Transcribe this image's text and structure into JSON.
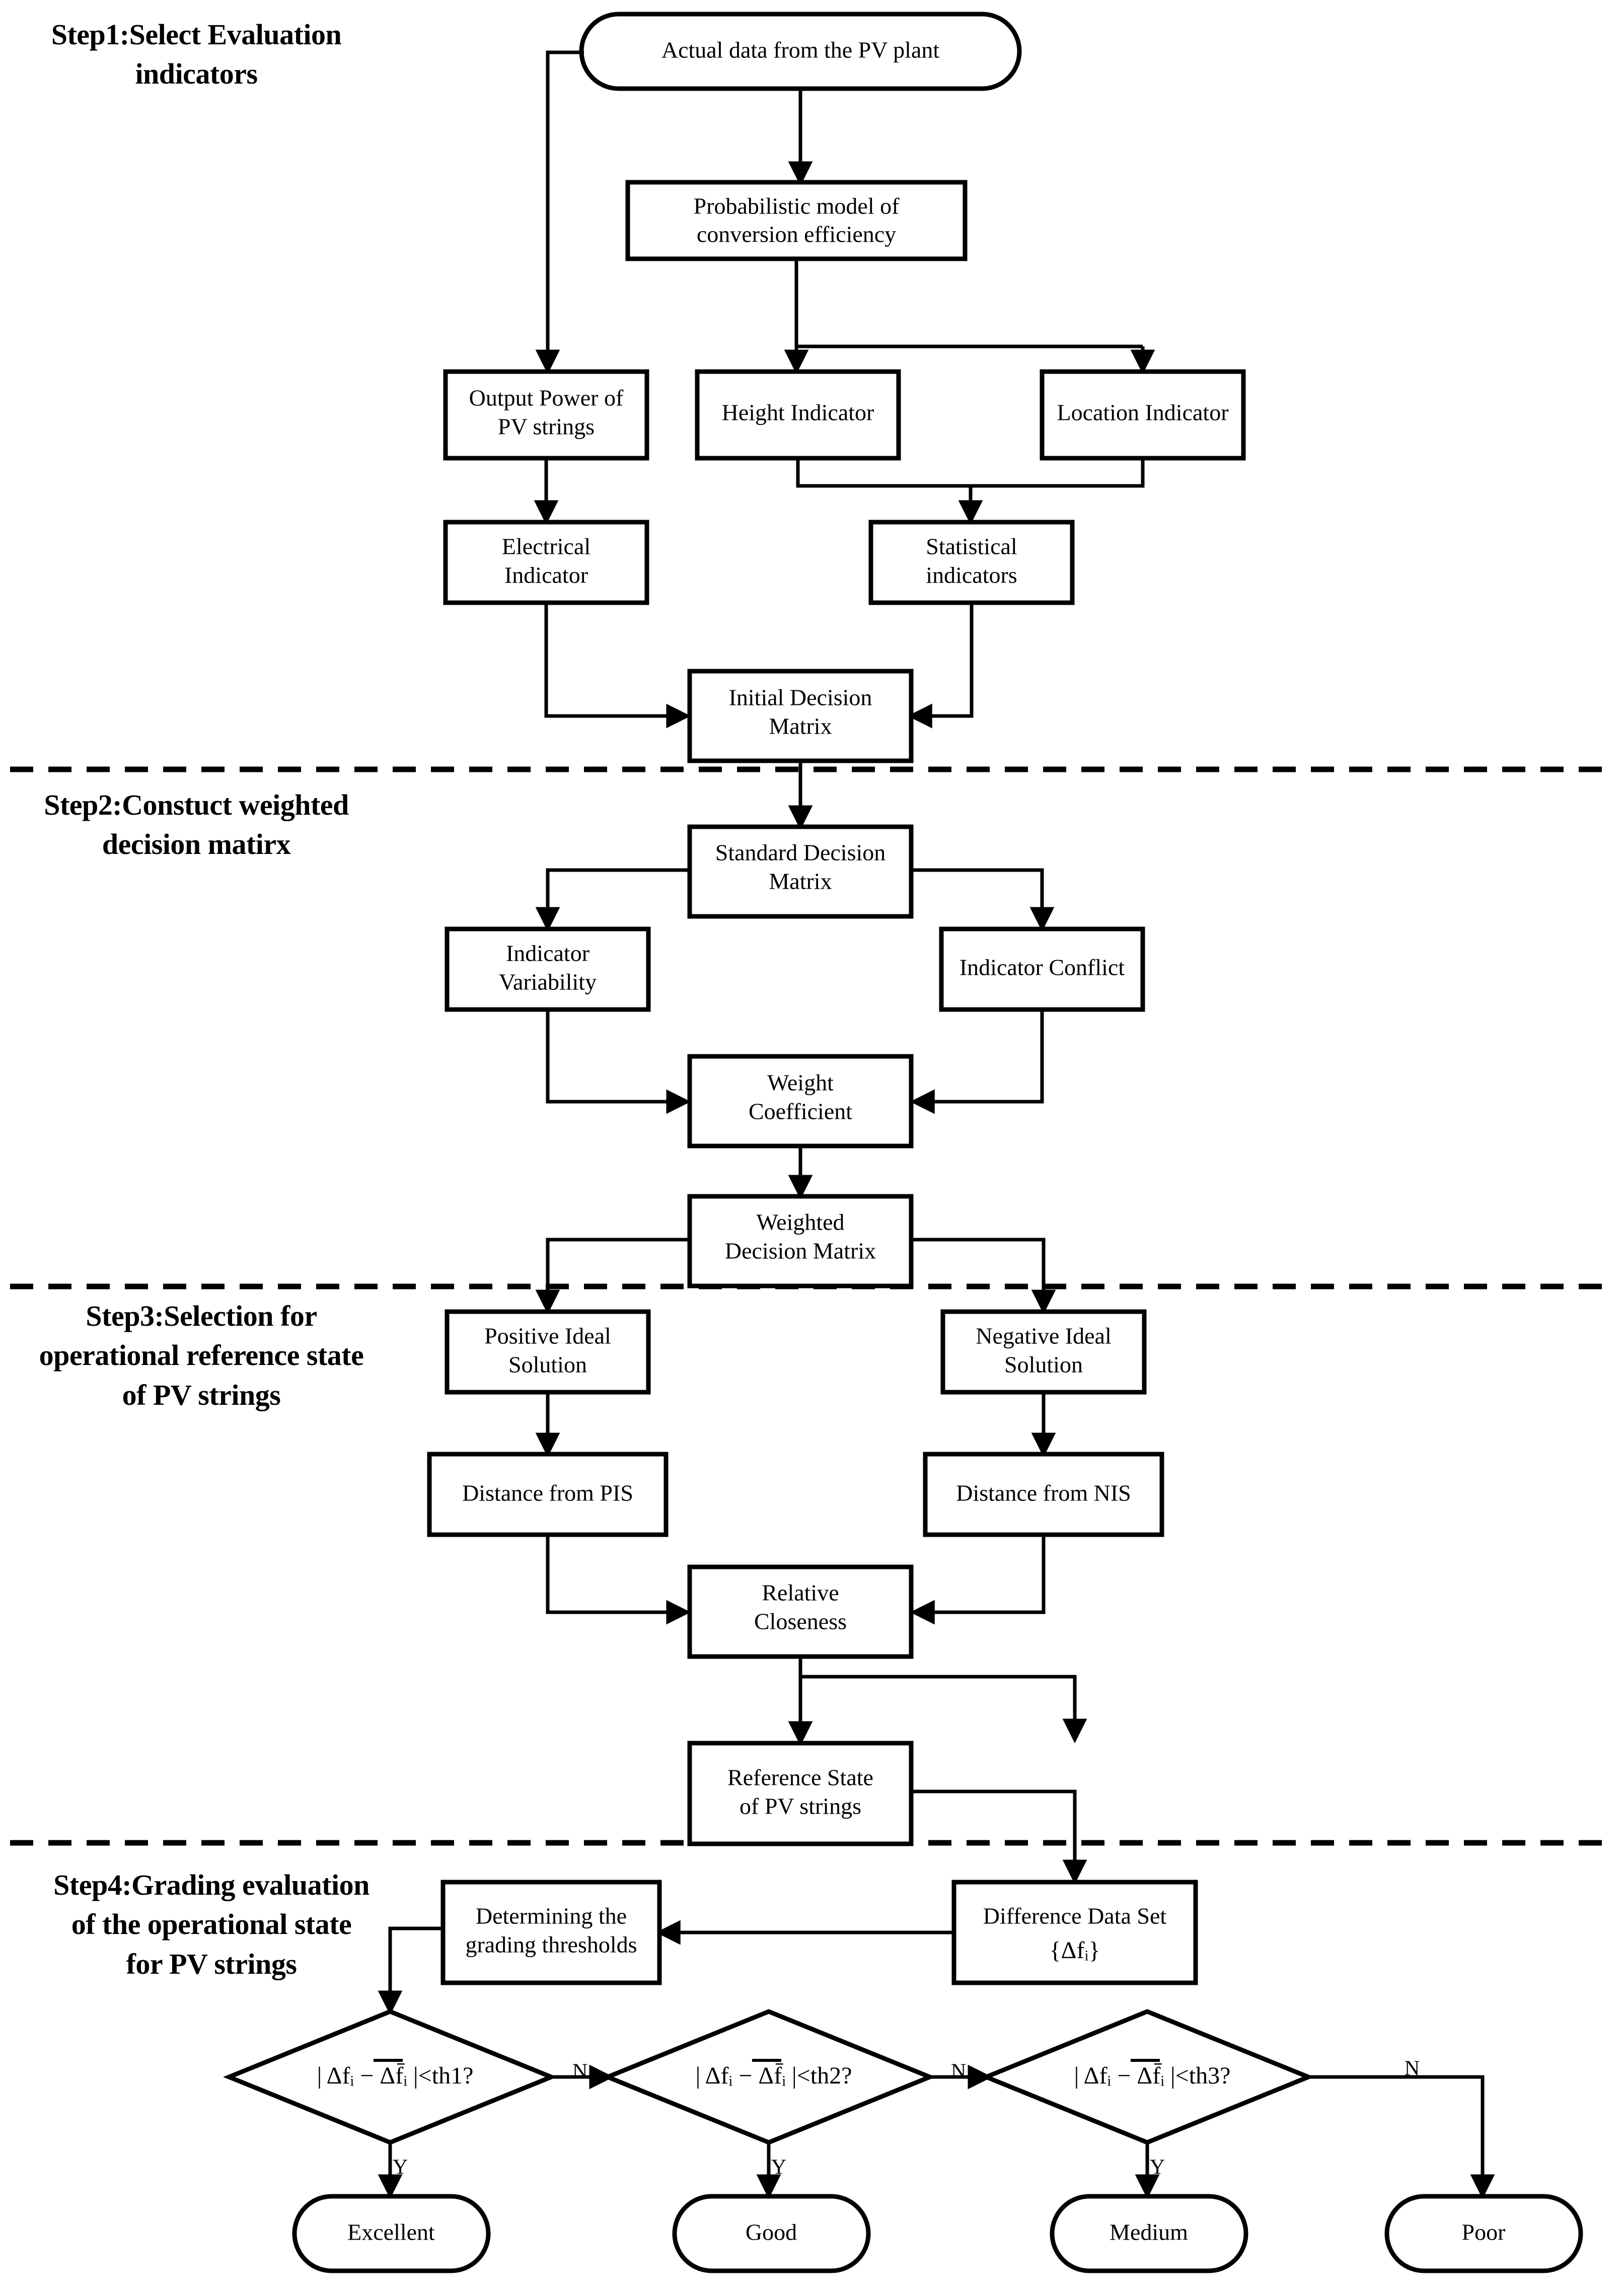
{
  "diagram": {
    "title": "Four-step evaluation flowchart for PV string operational state",
    "steps": [
      {
        "id": "step1",
        "label": "Step1:Select Evaluation\nindicators"
      },
      {
        "id": "step2",
        "label": "Step2:Constuct weighted\ndecision matirx"
      },
      {
        "id": "step3",
        "label": "Step3:Selection for\noperational reference state\nof PV strings"
      },
      {
        "id": "step4",
        "label": "Step4:Grading evaluation\nof the operational state\nfor PV strings"
      }
    ],
    "nodes": {
      "actual_data": {
        "line1": "Actual data from the PV plant",
        "shape": "rounded"
      },
      "prob_model": {
        "line1": "Probabilistic model of",
        "line2": "conversion efficiency",
        "shape": "rect"
      },
      "output_power": {
        "line1": "Output Power of",
        "line2": "PV strings",
        "shape": "rect"
      },
      "height_ind": {
        "line1": "Height Indicator",
        "shape": "rect"
      },
      "location_ind": {
        "line1": "Location Indicator",
        "shape": "rect"
      },
      "electrical_ind": {
        "line1": "Electrical",
        "line2": "Indicator",
        "shape": "rect"
      },
      "statistical_ind": {
        "line1": "Statistical",
        "line2": "indicators",
        "shape": "rect"
      },
      "initial_matrix": {
        "line1": "Initial Decision",
        "line2": "Matrix",
        "shape": "rect"
      },
      "standard_matrix": {
        "line1": "Standard Decision",
        "line2": "Matrix",
        "shape": "rect"
      },
      "indicator_var": {
        "line1": "Indicator",
        "line2": "Variability",
        "shape": "rect"
      },
      "indicator_conflict": {
        "line1": "Indicator Conflict",
        "shape": "rect"
      },
      "weight_coeff": {
        "line1": "Weight",
        "line2": "Coefficient",
        "shape": "rect"
      },
      "weighted_matrix": {
        "line1": "Weighted",
        "line2": "Decision Matrix",
        "shape": "rect"
      },
      "pis": {
        "line1": "Positive Ideal",
        "line2": "Solution",
        "shape": "rect"
      },
      "nis": {
        "line1": "Negative Ideal",
        "line2": "Solution",
        "shape": "rect"
      },
      "dist_pis": {
        "line1": "Distance from PIS",
        "shape": "rect"
      },
      "dist_nis": {
        "line1": "Distance from NIS",
        "shape": "rect"
      },
      "relative_closeness": {
        "line1": "Relative",
        "line2": "Closeness",
        "shape": "rect"
      },
      "reference_state": {
        "line1": "Reference State",
        "line2": "of PV strings",
        "shape": "rect"
      },
      "determining_thresholds": {
        "line1": "Determining the",
        "line2": "grading thresholds",
        "shape": "rect"
      },
      "difference_dataset": {
        "line1": "Difference Data Set",
        "line2": "{Δfᵢ}",
        "shape": "rect"
      }
    },
    "decisions": [
      {
        "id": "d1",
        "threshold": "th1",
        "text": "| Δfᵢ − Δf̄ᵢ |<th1?"
      },
      {
        "id": "d2",
        "threshold": "th2",
        "text": "| Δfᵢ − Δf̄ᵢ |<th2?"
      },
      {
        "id": "d3",
        "threshold": "th3",
        "text": "| Δfᵢ − Δf̄ᵢ |<th3?"
      }
    ],
    "outcomes": [
      {
        "id": "excellent",
        "label": "Excellent"
      },
      {
        "id": "good",
        "label": "Good"
      },
      {
        "id": "medium",
        "label": "Medium"
      },
      {
        "id": "poor",
        "label": "Poor"
      }
    ],
    "edge_labels": {
      "yes": "Y",
      "no": "N"
    },
    "colors": {
      "stroke": "#000000",
      "fill": "#ffffff",
      "text": "#000000"
    }
  }
}
